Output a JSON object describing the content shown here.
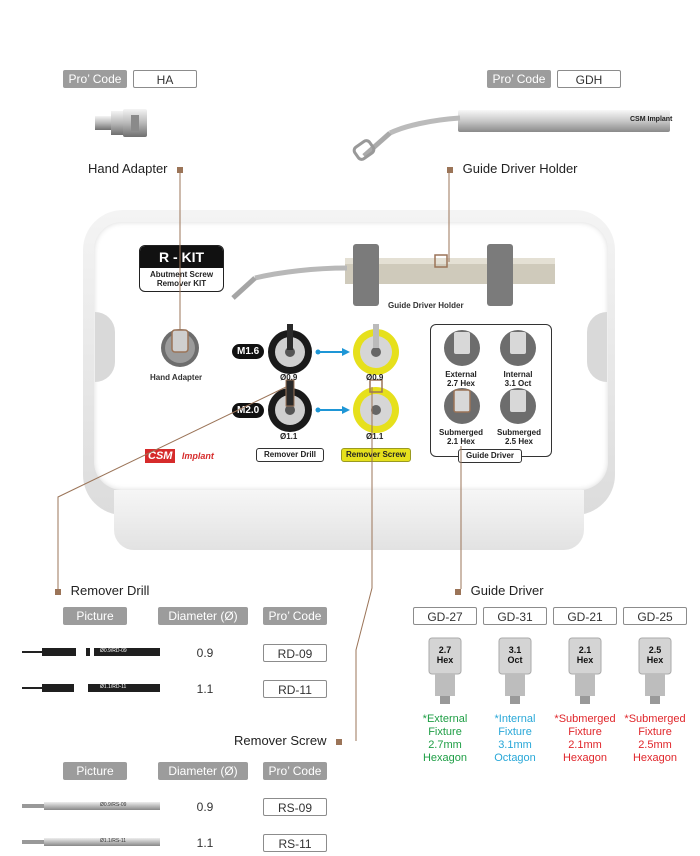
{
  "top_left": {
    "pro_code_label": "Pro’ Code",
    "code": "HA",
    "title": "Hand Adapter"
  },
  "top_right": {
    "pro_code_label": "Pro’ Code",
    "code": "GDH",
    "title": "Guide Driver Holder",
    "brand": "CSM Implant"
  },
  "kit": {
    "title": "R - KIT",
    "subtitle_line1": "Abutment Screw",
    "subtitle_line2": "Remover KIT",
    "guide_driver_holder": "Guide Driver Holder",
    "hand_adapter": "Hand Adapter",
    "m16": "M1.6",
    "m20": "M2.0",
    "d09_a": "Ø0.9",
    "d09_b": "Ø0.9",
    "d11_a": "Ø1.1",
    "d11_b": "Ø1.1",
    "remover_drill_label": "Remover Drill",
    "remover_screw_label": "Remover Screw",
    "guide_driver_label": "Guide Driver",
    "gd_ext_1": "External",
    "gd_ext_2": "2.7 Hex",
    "gd_int_1": "Internal",
    "gd_int_2": "3.1 Oct",
    "gd_sub21_1": "Submerged",
    "gd_sub21_2": "2.1 Hex",
    "gd_sub25_1": "Submerged",
    "gd_sub25_2": "2.5 Hex",
    "brand_logo": "CSM",
    "brand_suffix": "Implant"
  },
  "remover_drill": {
    "title": "Remover Drill",
    "headers": [
      "Picture",
      "Diameter (Ø)",
      "Pro’ Code"
    ],
    "rows": [
      {
        "engraving": "Ø0.9/RD-09",
        "diameter": "0.9",
        "code": "RD-09"
      },
      {
        "engraving": "Ø1.1/RD-11",
        "diameter": "1.1",
        "code": "RD-11"
      }
    ]
  },
  "remover_screw": {
    "title": "Remover Screw",
    "headers": [
      "Picture",
      "Diameter (Ø)",
      "Pro’ Code"
    ],
    "rows": [
      {
        "engraving": "Ø0.9/RS-09",
        "diameter": "0.9",
        "code": "RS-09"
      },
      {
        "engraving": "Ø1.1/RS-11",
        "diameter": "1.1",
        "code": "RS-11"
      }
    ]
  },
  "guide_driver": {
    "title": "Guide Driver",
    "items": [
      {
        "code": "GD-27",
        "top": "2.7",
        "bottom": "Hex",
        "desc": [
          "*External",
          "Fixture",
          "2.7mm",
          "Hexagon"
        ],
        "color": "#1e9e45"
      },
      {
        "code": "GD-31",
        "top": "3.1",
        "bottom": "Oct",
        "desc": [
          "*Internal",
          "Fixture",
          "3.1mm",
          "Octagon"
        ],
        "color": "#29a8d8"
      },
      {
        "code": "GD-21",
        "top": "2.1",
        "bottom": "Hex",
        "desc": [
          "*Submerged",
          "Fixture",
          "2.1mm",
          "Hexagon"
        ],
        "color": "#e0262b"
      },
      {
        "code": "GD-25",
        "top": "2.5",
        "bottom": "Hex",
        "desc": [
          "*Submerged",
          "Fixture",
          "2.5mm",
          "Hexagon"
        ],
        "color": "#e0262b"
      }
    ]
  },
  "colors": {
    "accent_brown": "#9b7458",
    "yellow": "#e6e01c",
    "blue_arrow": "#1e96d6",
    "red_brand": "#d62b2b"
  }
}
